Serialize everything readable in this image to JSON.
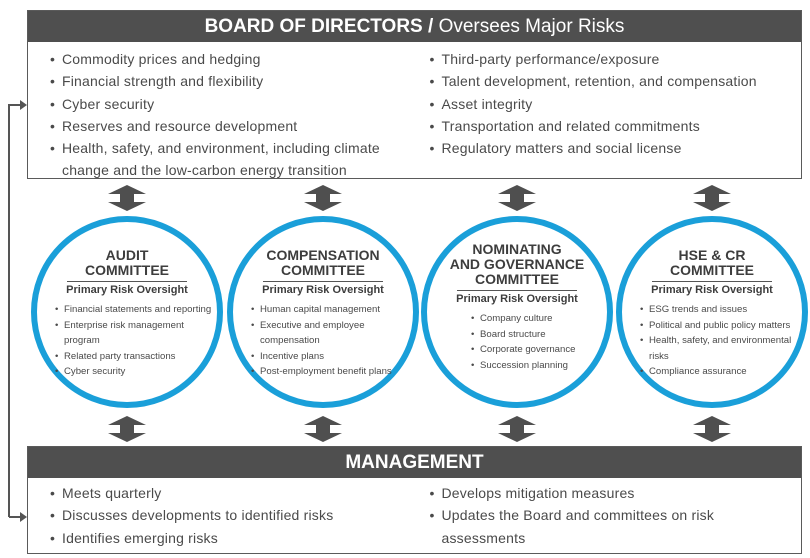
{
  "board": {
    "title_bold": "BOARD OF DIRECTORS /",
    "title_rest": " Oversees Major Risks",
    "left": [
      "Commodity prices and hedging",
      "Financial strength and flexibility",
      "Cyber security",
      "Reserves and resource development",
      "Health, safety, and environment, including climate change and the low-carbon energy transition"
    ],
    "right": [
      "Third-party performance/exposure",
      "Talent development, retention, and compensation",
      "Asset integrity",
      "Transportation and related commitments",
      "Regulatory matters and social license"
    ]
  },
  "committees": [
    {
      "title": "AUDIT\nCOMMITTEE",
      "subtitle": "Primary Risk Oversight",
      "items": [
        "Financial statements and reporting",
        "Enterprise risk management program",
        "Related party transactions",
        "Cyber security"
      ]
    },
    {
      "title": "COMPENSATION\nCOMMITTEE",
      "subtitle": "Primary Risk Oversight",
      "items": [
        "Human capital management",
        "Executive and employee compensation",
        "Incentive plans",
        "Post-employment benefit plans"
      ]
    },
    {
      "title": "NOMINATING\nAND GOVERNANCE\nCOMMITTEE",
      "subtitle": "Primary Risk Oversight",
      "items": [
        "Company culture",
        "Board structure",
        "Corporate governance",
        "Succession planning"
      ]
    },
    {
      "title": "HSE & CR\nCOMMITTEE",
      "subtitle": "Primary Risk Oversight",
      "items": [
        "ESG trends and issues",
        "Political and public policy matters",
        "Health, safety, and environmental risks",
        "Compliance assurance"
      ]
    }
  ],
  "management": {
    "title": "MANAGEMENT",
    "left": [
      "Meets quarterly",
      "Discusses developments to identified risks",
      "Identifies emerging risks"
    ],
    "right": [
      "Develops mitigation measures",
      "Updates the Board and committees on risk assessments"
    ]
  },
  "colors": {
    "accent": "#1a9fd9",
    "band": "#4f4f4f"
  }
}
